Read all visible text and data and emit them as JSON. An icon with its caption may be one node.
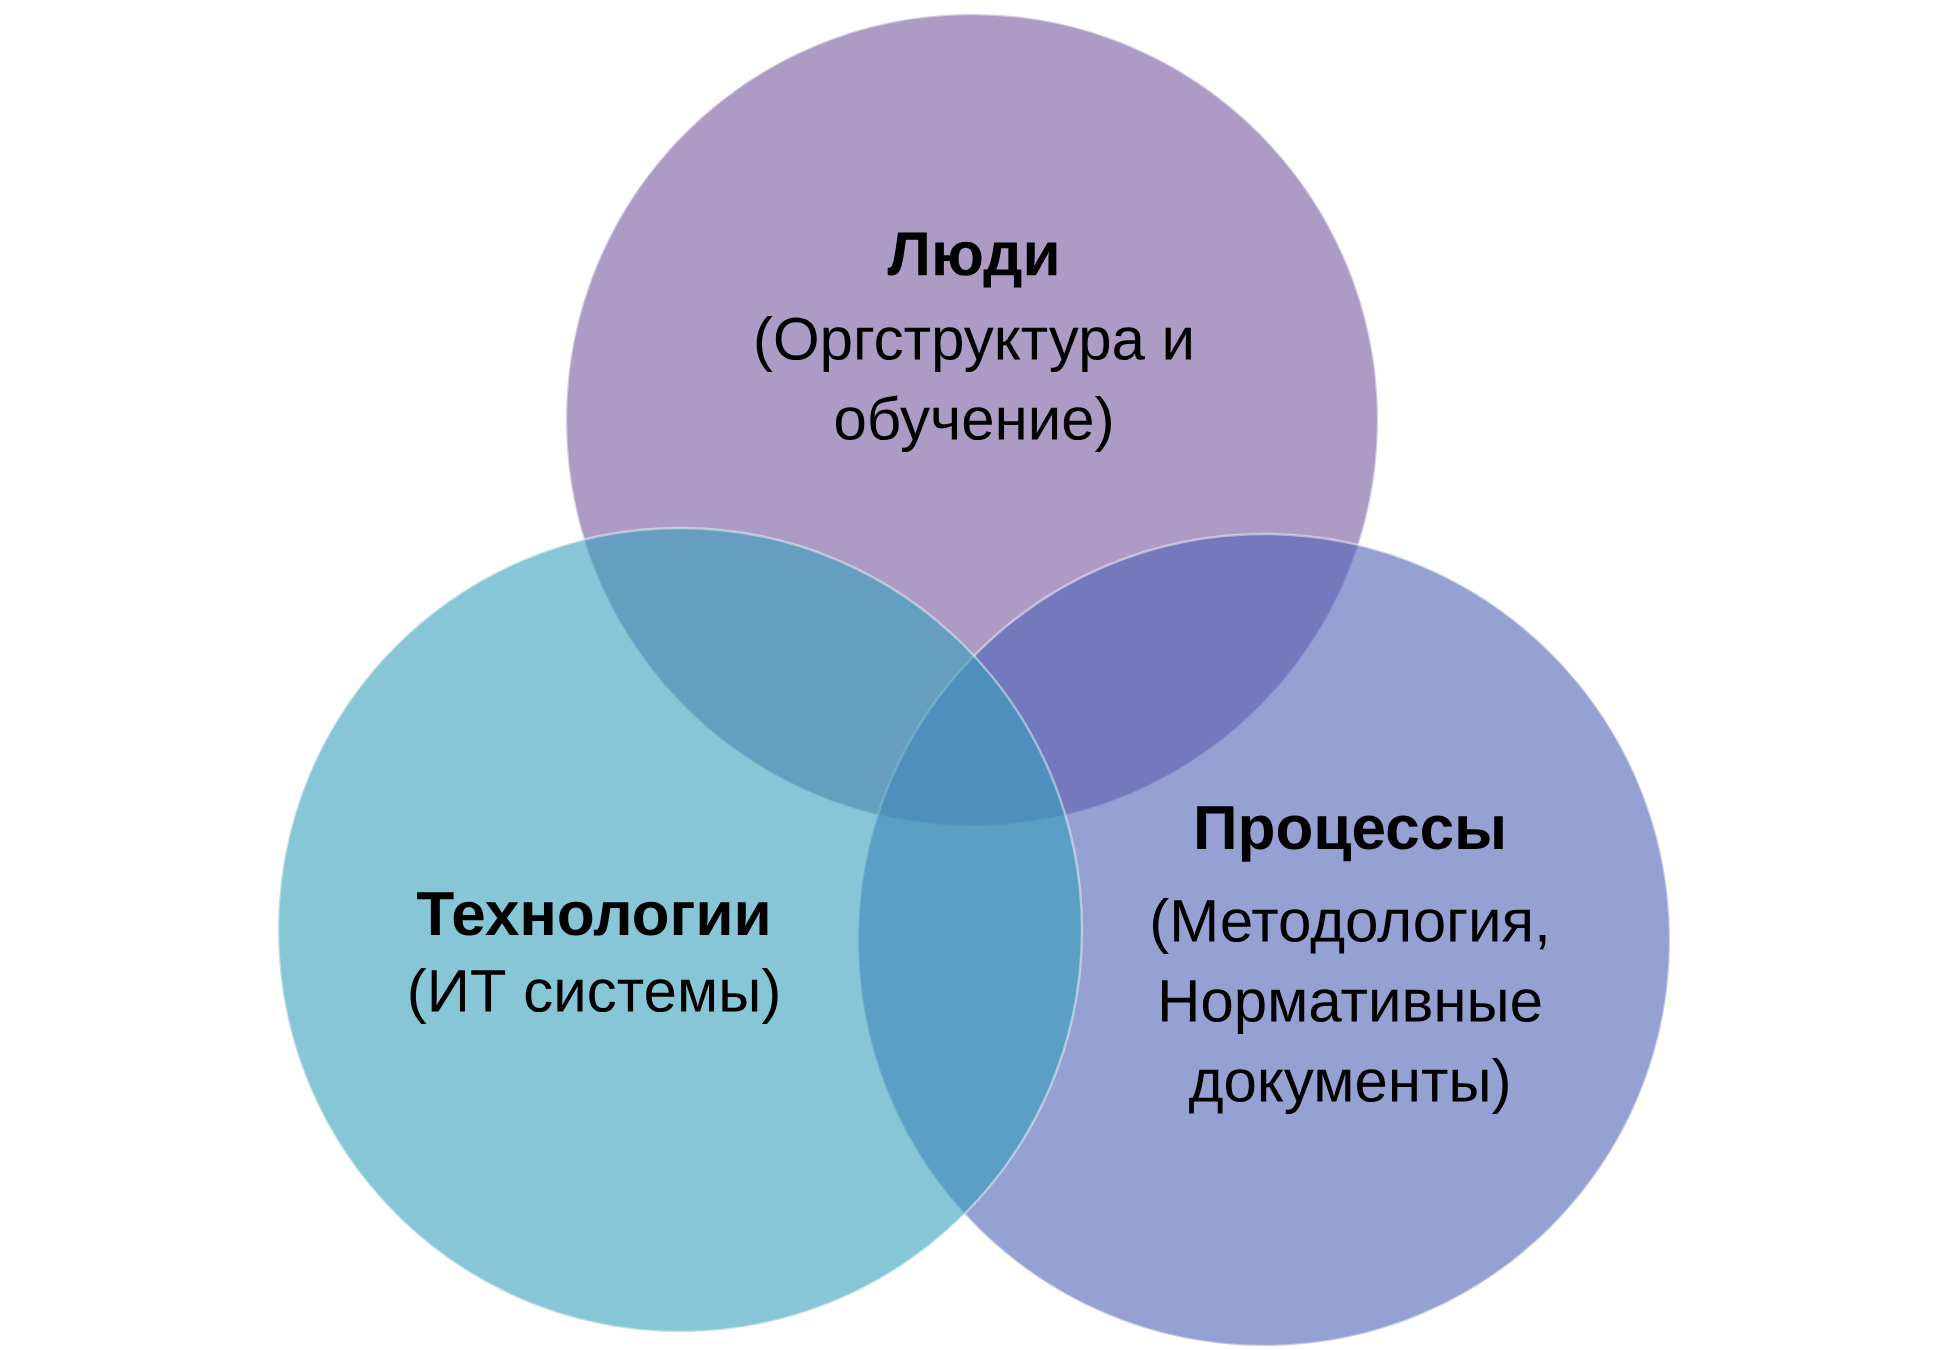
{
  "diagram": {
    "nodes": [
      {
        "text": [
          "Люди",
          "(Оргструктура и обучение)"
        ]
      },
      {
        "text": [
          "Технологии",
          "(ИТ системы)"
        ]
      },
      {
        "text": [
          "Процессы",
          "(Методология, Нормативные документы)"
        ]
      }
    ]
  }
}
